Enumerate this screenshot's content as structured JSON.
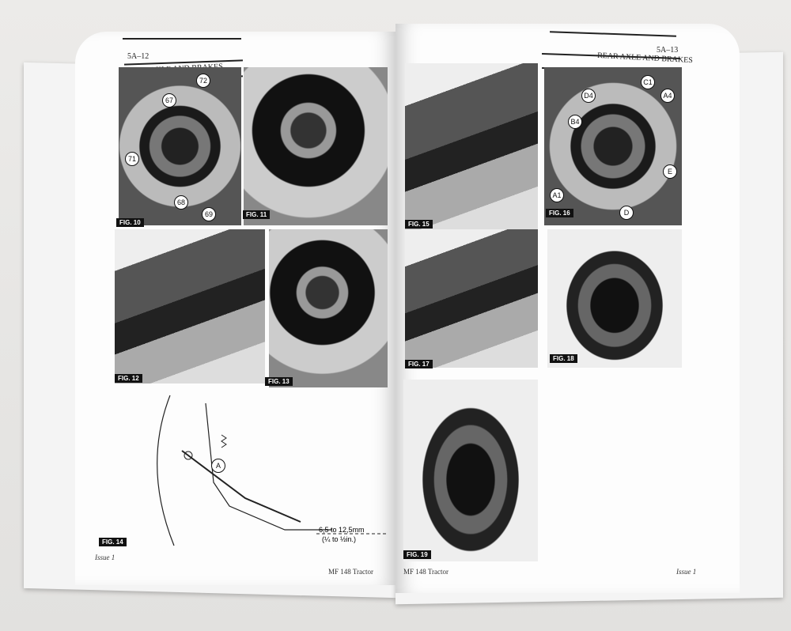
{
  "left_page": {
    "page_number": "5A–12",
    "section": "REAR AXLE AND BRAKES",
    "figures": [
      "FIG. 10",
      "FIG. 11",
      "FIG. 12",
      "FIG. 13",
      "FIG. 14"
    ],
    "fig10_callouts": [
      "72",
      "67",
      "71",
      "68",
      "69"
    ],
    "fig14_callout": "A",
    "fig14_dimension": "6,5 to 12,5mm",
    "fig14_dimension_in": "(¼ to ½in.)",
    "footer_issue": "Issue 1",
    "footer_title": "MF 148 Tractor"
  },
  "right_page": {
    "page_number": "5A–13",
    "section": "REAR AXLE AND BRAKES",
    "figures": [
      "FIG. 15",
      "FIG. 16",
      "FIG. 17",
      "FIG. 18",
      "FIG. 19"
    ],
    "fig16_callouts": [
      "C1",
      "D4",
      "A4",
      "B4",
      "E",
      "A1",
      "D"
    ],
    "footer_title": "MF 148 Tractor",
    "footer_issue": "Issue 1"
  }
}
